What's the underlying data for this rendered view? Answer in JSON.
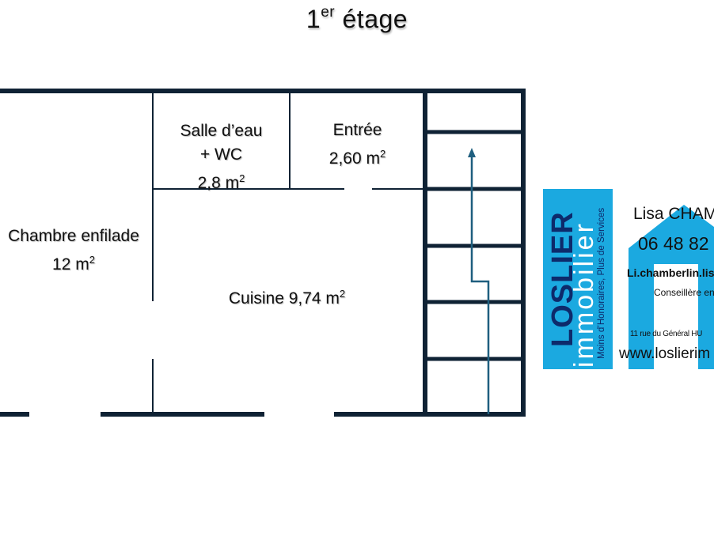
{
  "title": {
    "main": "1",
    "sup": "er",
    "rest": " étage"
  },
  "rooms": {
    "chambre": {
      "name": "Chambre enfilade",
      "area": "12 m",
      "unit_sup": "2"
    },
    "salle_eau": {
      "line1": "Salle d’eau",
      "line2": "+ WC",
      "area": "2,8 m",
      "unit_sup": "2"
    },
    "entree": {
      "name": "Entrée",
      "area": "2,60 m",
      "unit_sup": "2"
    },
    "cuisine": {
      "name": "Cuisine 9,74 m",
      "unit_sup": "2"
    }
  },
  "stair_arrow_color": "#1f5f7f",
  "wall_color": "#0f2234",
  "card": {
    "brand": "LOSLIER",
    "brand_sub": "immobilier",
    "tagline": "Moins d’Honoraires, Plus de Services",
    "name": "Lisa CHAM",
    "phone": "06 48 82",
    "email": "Li.chamberlin.lis",
    "role": "Conseillère en",
    "address": "11 rue du Général HU",
    "website": "www.loslierim",
    "brand_color": "#1ba9e0",
    "brand_dark": "#0d2a6b"
  }
}
